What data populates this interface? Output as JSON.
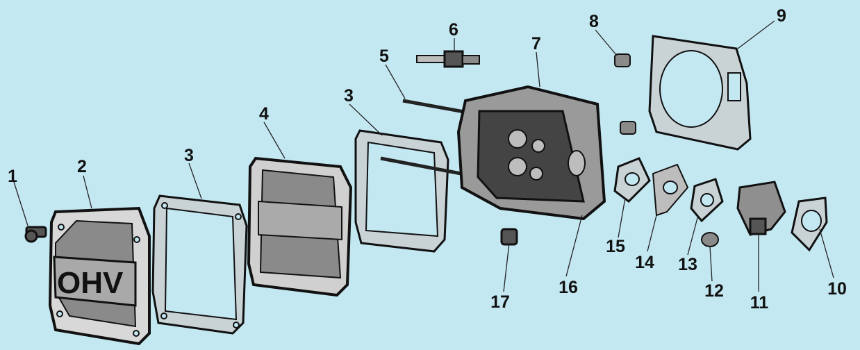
{
  "diagram": {
    "title_text_on_part": "OHV",
    "callouts": [
      "1",
      "2",
      "3",
      "4",
      "3",
      "5",
      "6",
      "7",
      "8",
      "9",
      "10",
      "11",
      "12",
      "13",
      "14",
      "15",
      "16",
      "17"
    ]
  }
}
